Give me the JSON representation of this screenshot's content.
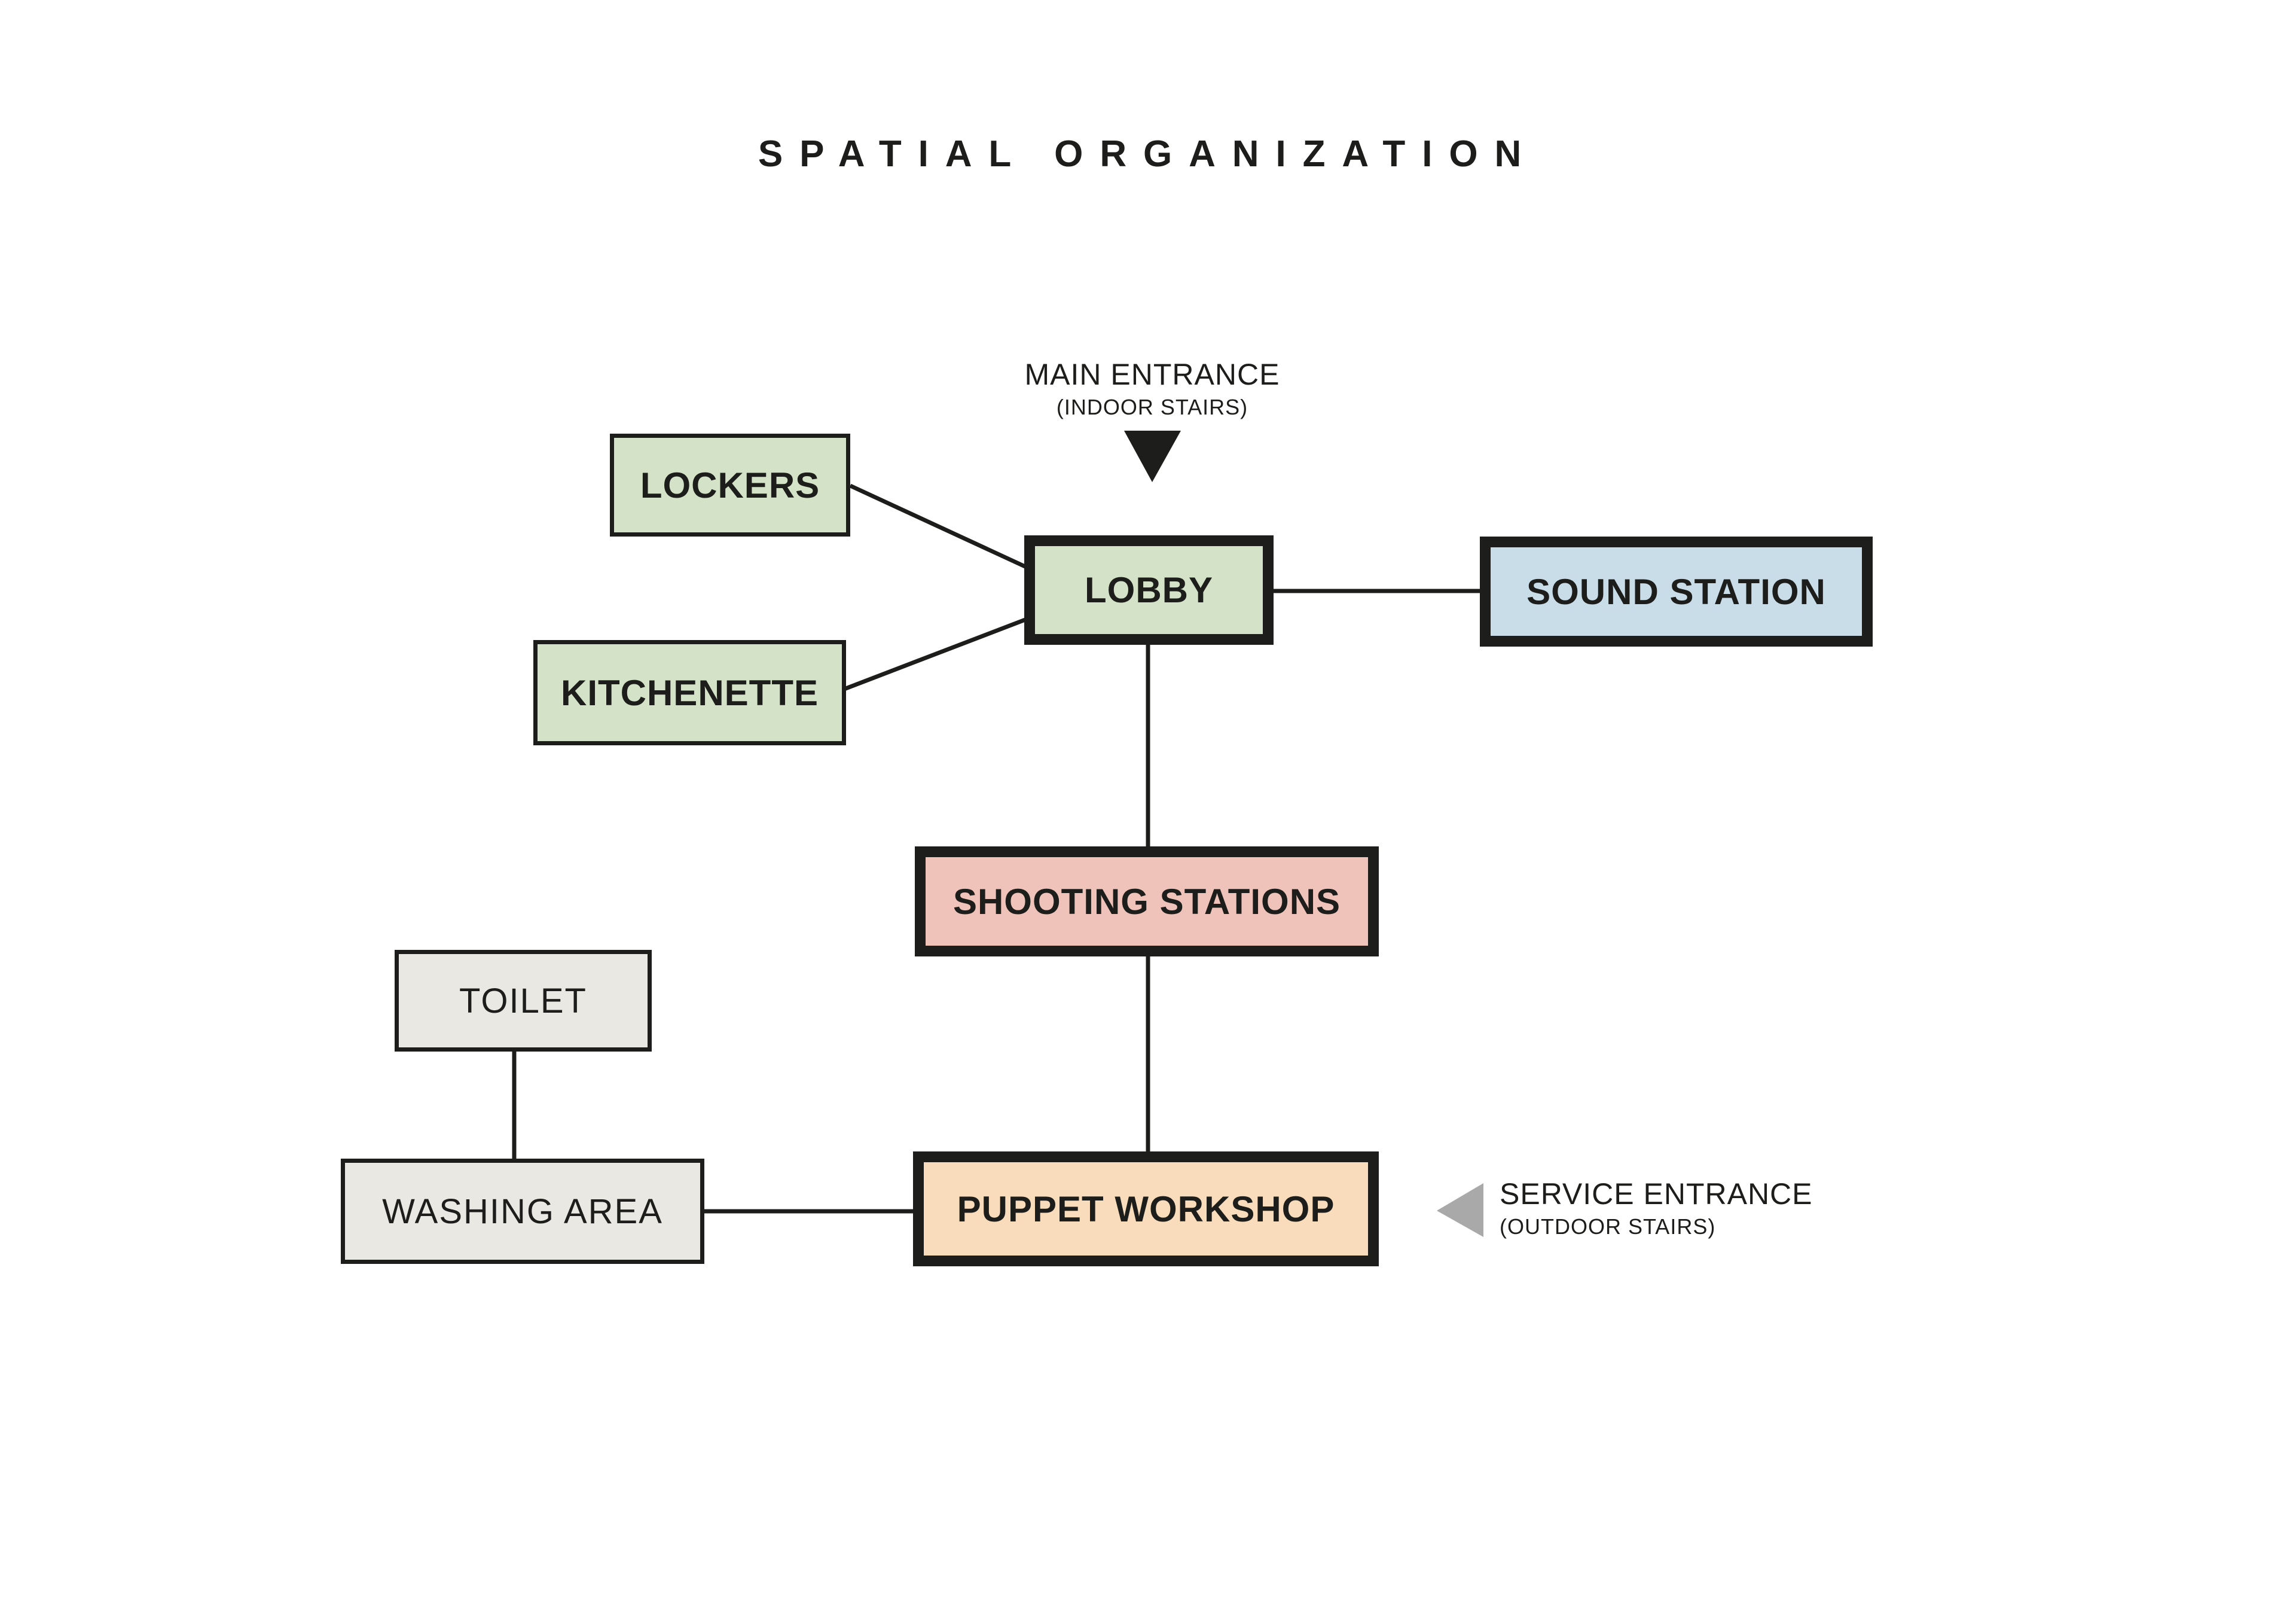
{
  "title": "SPATIAL ORGANIZATION",
  "palette": {
    "background": "#ffffff",
    "line_and_border": "#1d1d1b",
    "room_green": "#d4e3c8",
    "room_blue": "#c9dde9",
    "room_pink": "#f0c3ba",
    "room_peach": "#f8dcbb",
    "room_gray": "#e9e8e2",
    "entrance_main_triangle": "#1d1d1b",
    "entrance_service_triangle": "#a9a9a9"
  },
  "entrances": {
    "main": {
      "label": "MAIN ENTRANCE",
      "sublabel": "(INDOOR STAIRS)"
    },
    "service": {
      "label": "SERVICE ENTRANCE",
      "sublabel": "(OUTDOOR STAIRS)"
    }
  },
  "nodes": {
    "lockers": {
      "label": "LOCKERS",
      "emphasis": "secondary",
      "color": "#d4e3c8"
    },
    "kitchenette": {
      "label": "KITCHENETTE",
      "emphasis": "secondary",
      "color": "#d4e3c8"
    },
    "lobby": {
      "label": "LOBBY",
      "emphasis": "primary",
      "color": "#d4e3c8"
    },
    "sound_station": {
      "label": "SOUND STATION",
      "emphasis": "primary",
      "color": "#c9dde9"
    },
    "shooting_stations": {
      "label": "SHOOTING STATIONS",
      "emphasis": "primary",
      "color": "#f0c3ba"
    },
    "toilet": {
      "label": "TOILET",
      "emphasis": "tertiary",
      "color": "#e9e8e2"
    },
    "washing_area": {
      "label": "WASHING AREA",
      "emphasis": "tertiary",
      "color": "#e9e8e2"
    },
    "puppet_workshop": {
      "label": "PUPPET WORKSHOP",
      "emphasis": "primary",
      "color": "#f8dcbb"
    }
  },
  "edges": [
    {
      "from": "lockers",
      "to": "lobby"
    },
    {
      "from": "kitchenette",
      "to": "lobby"
    },
    {
      "from": "lobby",
      "to": "sound_station"
    },
    {
      "from": "lobby",
      "to": "shooting_stations"
    },
    {
      "from": "shooting_stations",
      "to": "puppet_workshop"
    },
    {
      "from": "toilet",
      "to": "washing_area"
    },
    {
      "from": "washing_area",
      "to": "puppet_workshop"
    },
    {
      "from": "main_entrance",
      "to": "lobby"
    },
    {
      "from": "service_entrance",
      "to": "puppet_workshop"
    }
  ]
}
